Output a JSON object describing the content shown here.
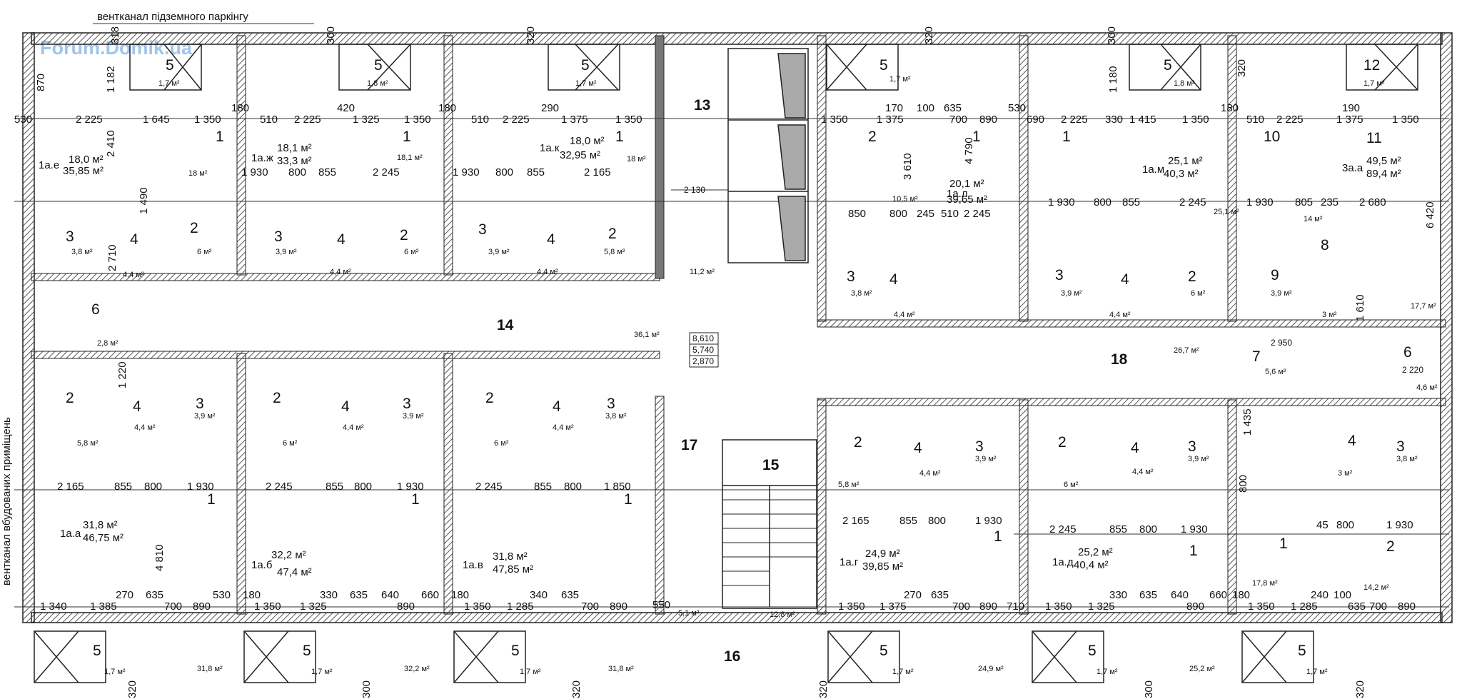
{
  "watermark": "Forum.Domik.ua",
  "notes": {
    "top": "вентканал підземного паркінгу",
    "left": "вентканал вбудованих приміщень"
  },
  "stair_table": [
    "8,610",
    "5,740",
    "2,870"
  ],
  "top_dims": [
    "318",
    "300",
    "320",
    "320",
    "300",
    "320"
  ],
  "bottom_dims": [
    "320",
    "300",
    "320",
    "320",
    "300",
    "320"
  ],
  "rooms_top": [
    {
      "code": "1а.е",
      "living": "18,0 м²",
      "total": "35,85 м²",
      "room1_area": "18 м²",
      "bath": "3,8 м²",
      "hall": "4,4 м²",
      "kitchen": "6 м²",
      "balcony": "1,7 м²"
    },
    {
      "code": "1а.ж",
      "living": "18,1 м²",
      "total": "33,3 м²",
      "room1_area": "18,1 м²",
      "bath": "3,9 м²",
      "hall": "4,4 м²",
      "kitchen": "6 м²",
      "balcony": "1,8 м²"
    },
    {
      "code": "1а.к",
      "living": "18,0 м²",
      "total": "32,95 м²",
      "room1_area": "18 м²",
      "bath": "3,9 м²",
      "hall": "4,4 м²",
      "kitchen": "5,8 м²",
      "balcony": "1,7 м²"
    },
    {
      "code": "1а.л",
      "living": "20,1 м²",
      "total": "39,65 м²",
      "room1_area": "20,1 м²",
      "bath": "3,8 м²",
      "hall": "4,4 м²",
      "kitchen": "10,5 м²",
      "balcony": "1,7 м²"
    },
    {
      "code": "1а.м",
      "living": "25,1 м²",
      "total": "40,3 м²",
      "room1_area": "25,1 м²",
      "bath": "3,9 м²",
      "hall": "4,4 м²",
      "kitchen": "6 м²",
      "balcony": "1,8 м²"
    },
    {
      "code": "3а.а",
      "living": "49,5 м²",
      "total": "89,4 м²",
      "room1_area": "17,7 м²",
      "bath": "3,9 м²",
      "hall": "3 м²",
      "kitchen": "14 м²",
      "balcony": "1,7 м²"
    }
  ],
  "rooms_bottom": [
    {
      "code": "1а.а",
      "living": "31,8 м²",
      "total": "46,75 м²",
      "kitchen": "5,8 м²",
      "hall": "4,4 м²",
      "bath": "3,9 м²",
      "balcony": "1,7 м²",
      "room1_area": "31,8 м²"
    },
    {
      "code": "1а.б",
      "living": "32,2 м²",
      "total": "47,4 м²",
      "kitchen": "6 м²",
      "hall": "4,4 м²",
      "bath": "3,9 м²",
      "balcony": "1,7 м²",
      "room1_area": "32,2 м²"
    },
    {
      "code": "1а.в",
      "living": "31,8 м²",
      "total": "47,85 м²",
      "kitchen": "6 м²",
      "hall": "4,4 м²",
      "bath": "3,8 м²",
      "balcony": "1,7 м²",
      "room1_area": "31,8 м²"
    },
    {
      "code": "1а.г",
      "living": "24,9 м²",
      "total": "39,85 м²",
      "kitchen": "5,8 м²",
      "hall": "4,4 м²",
      "bath": "3,9 м²",
      "balcony": "1,7 м²",
      "room1_area": "24,9 м²"
    },
    {
      "code": "1а.д",
      "living": "25,2 м²",
      "total": "40,4 м²",
      "kitchen": "6 м²",
      "hall": "4,4 м²",
      "bath": "3,9 м²",
      "balcony": "1,7 м²",
      "room1_area": "25,2 м²"
    },
    {
      "code": "",
      "living": "",
      "total": "",
      "kitchen": "14,2 м²",
      "hall": "3 м²",
      "bath": "3,8 м²",
      "balcony": "1,7 м²",
      "room1_area": "17,8 м²"
    }
  ],
  "common": {
    "lift_num": "13",
    "lift_area": "11,2 м²",
    "lift_dim": "2 130",
    "corridor_num": "14",
    "corridor_area": "36,1 м²",
    "corridor2_num": "18",
    "corridor2_area": "26,7 м²",
    "stair_num": "15",
    "stair_area": "12,8 м²",
    "vest_num": "16",
    "vest2_num": "17",
    "vest2_area": "5,1 м²",
    "r6_area": "2,8 м²",
    "r6b_area": "4,6 м²",
    "r7_area": "5,6 м²",
    "r6b_dim": "2 220",
    "r7_dim": "2 950"
  },
  "labels": {
    "room": "1",
    "kitchen": "2",
    "bath": "3",
    "hall": "4",
    "balcony": "5",
    "shaft": "6",
    "tambour": "7",
    "r8": "8",
    "r9": "9",
    "r10": "10",
    "r11": "11",
    "r12": "12"
  },
  "row_dims_top": [
    [
      "530",
      "2 225",
      "1 645",
      "1 350",
      "180"
    ],
    [
      "510",
      "2 225",
      "420",
      "1 325",
      "1 350",
      "180"
    ],
    [
      "510",
      "2 225",
      "290",
      "1 375",
      "1 350"
    ],
    [
      "1 350",
      "170",
      "1 375",
      "100",
      "635",
      "700",
      "890",
      "530"
    ],
    [
      "690",
      "2 225",
      "330",
      "1 415",
      "1 350",
      "180"
    ],
    [
      "510",
      "2 225",
      "190",
      "1 375",
      "1 350"
    ]
  ],
  "row_dims_mid_top": [
    [
      "1 930",
      "800",
      "855",
      "2 245"
    ],
    [
      "1 930",
      "800",
      "855",
      "2 165"
    ],
    [
      "850",
      "800",
      "245",
      "510",
      "2 245"
    ],
    [
      "1 930",
      "800",
      "855",
      "2 245"
    ],
    [
      "1 930",
      "805",
      "235",
      "2 680"
    ]
  ],
  "row_dims_mid_bottom": [
    [
      "2 165",
      "855",
      "800",
      "1 930"
    ],
    [
      "2 245",
      "855",
      "800",
      "1 930"
    ],
    [
      "2 245",
      "855",
      "800",
      "1 850"
    ],
    [
      "2 165",
      "855",
      "800",
      "1 930"
    ],
    [
      "2 245",
      "855",
      "800",
      "1 930"
    ],
    [
      "45",
      "800",
      "1 930"
    ]
  ],
  "row_dims_bottom": [
    [
      "1 340",
      "1 385",
      "270",
      "635",
      "700",
      "890",
      "530"
    ],
    [
      "180",
      "1 350",
      "1 325",
      "330",
      "635",
      "640",
      "890",
      "660"
    ],
    [
      "180",
      "1 350",
      "1 285",
      "340",
      "635",
      "700",
      "890",
      "550"
    ],
    [
      "1 350",
      "1 375",
      "270",
      "635",
      "700",
      "890",
      "710"
    ],
    [
      "1 350",
      "1 325",
      "330",
      "635",
      "640",
      "890",
      "660"
    ],
    [
      "180",
      "1 350",
      "1 285",
      "240",
      "100",
      "635",
      "700",
      "890"
    ]
  ],
  "vert_dims": [
    "1 182",
    "870",
    "2 410",
    "1 490",
    "2 710",
    "1 220",
    "4 810",
    "3 610",
    "4 790",
    "6 420",
    "1 180",
    "800",
    "1 435",
    "1 610"
  ]
}
